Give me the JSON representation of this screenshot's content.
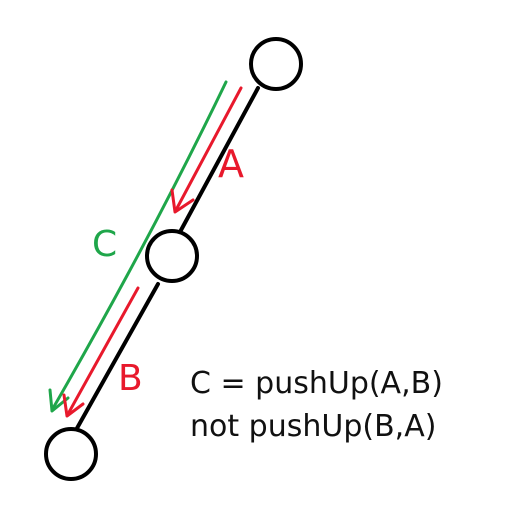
{
  "labels": {
    "a": "A",
    "b": "B",
    "c": "C"
  },
  "formula": {
    "line1": "C = pushUp(A,B)",
    "line2": "not pushUp(B,A)"
  },
  "colors": {
    "stroke": "#000000",
    "red": "#e8192c",
    "green": "#1fa64a",
    "text": "#111111"
  }
}
